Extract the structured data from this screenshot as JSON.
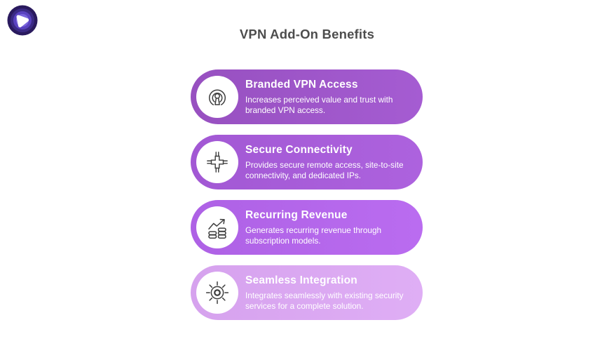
{
  "page": {
    "title": "VPN Add-On Benefits",
    "title_color": "#4d4d4d",
    "background": "#ffffff"
  },
  "logo": {
    "label": "purevpn-logo",
    "colors": {
      "outer": "#2a1a5e",
      "ring2": "#3b2a85",
      "ring3": "#5a43c0",
      "ring4": "#7a66dd",
      "mark": "#ffffff"
    }
  },
  "icon_stroke": "#3e3e3e",
  "card_text_color": "#ffffff",
  "cards": [
    {
      "icon": "openvpn-keyhole-icon",
      "title": "Branded VPN Access",
      "description": "Increases perceived value and trust with branded VPN access.",
      "color_start": "#9750c0",
      "color_end": "#a55cd2"
    },
    {
      "icon": "circuit-node-icon",
      "title": "Secure Connectivity",
      "description": "Provides secure remote access, site-to-site connectivity, and dedicated IPs.",
      "color_start": "#a258d4",
      "color_end": "#ad62de"
    },
    {
      "icon": "coins-growth-icon",
      "title": "Recurring Revenue",
      "description": "Generates recurring revenue through subscription models.",
      "color_start": "#ae61e5",
      "color_end": "#ba6cf0"
    },
    {
      "icon": "gear-sun-icon",
      "title": "Seamless Integration",
      "description": "Integrates seamlessly with existing security services for a complete solution.",
      "color_start": "#d6a2ee",
      "color_end": "#dfaef5"
    }
  ]
}
